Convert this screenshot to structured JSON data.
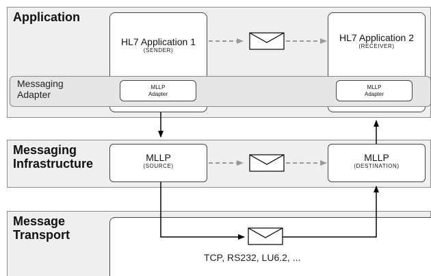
{
  "layers": {
    "application": {
      "title": "Application"
    },
    "infrastructure": {
      "title_line1": "Messaging",
      "title_line2": "Infrastructure"
    },
    "transport": {
      "title_line1": "Message",
      "title_line2": "Transport",
      "protocols": "TCP, RS232, LU6.2, ..."
    }
  },
  "apps": {
    "app1": {
      "name": "HL7 Application 1",
      "role": "(SENDER)"
    },
    "app2": {
      "name": "HL7 Application 2",
      "role": "(RECEIVER)"
    }
  },
  "adapter": {
    "band_label_line1": "Messaging",
    "band_label_line2": "Adapter",
    "box1_line1": "MLLP",
    "box1_line2": "Adapter",
    "box2_line1": "MLLP",
    "box2_line2": "Adapter"
  },
  "mllp": {
    "source": {
      "name": "MLLP",
      "role": "(SOURCE)"
    },
    "destination": {
      "name": "MLLP",
      "role": "(DESTINATION)"
    }
  },
  "icons": [
    "envelope-icon",
    "arrow-icon"
  ]
}
